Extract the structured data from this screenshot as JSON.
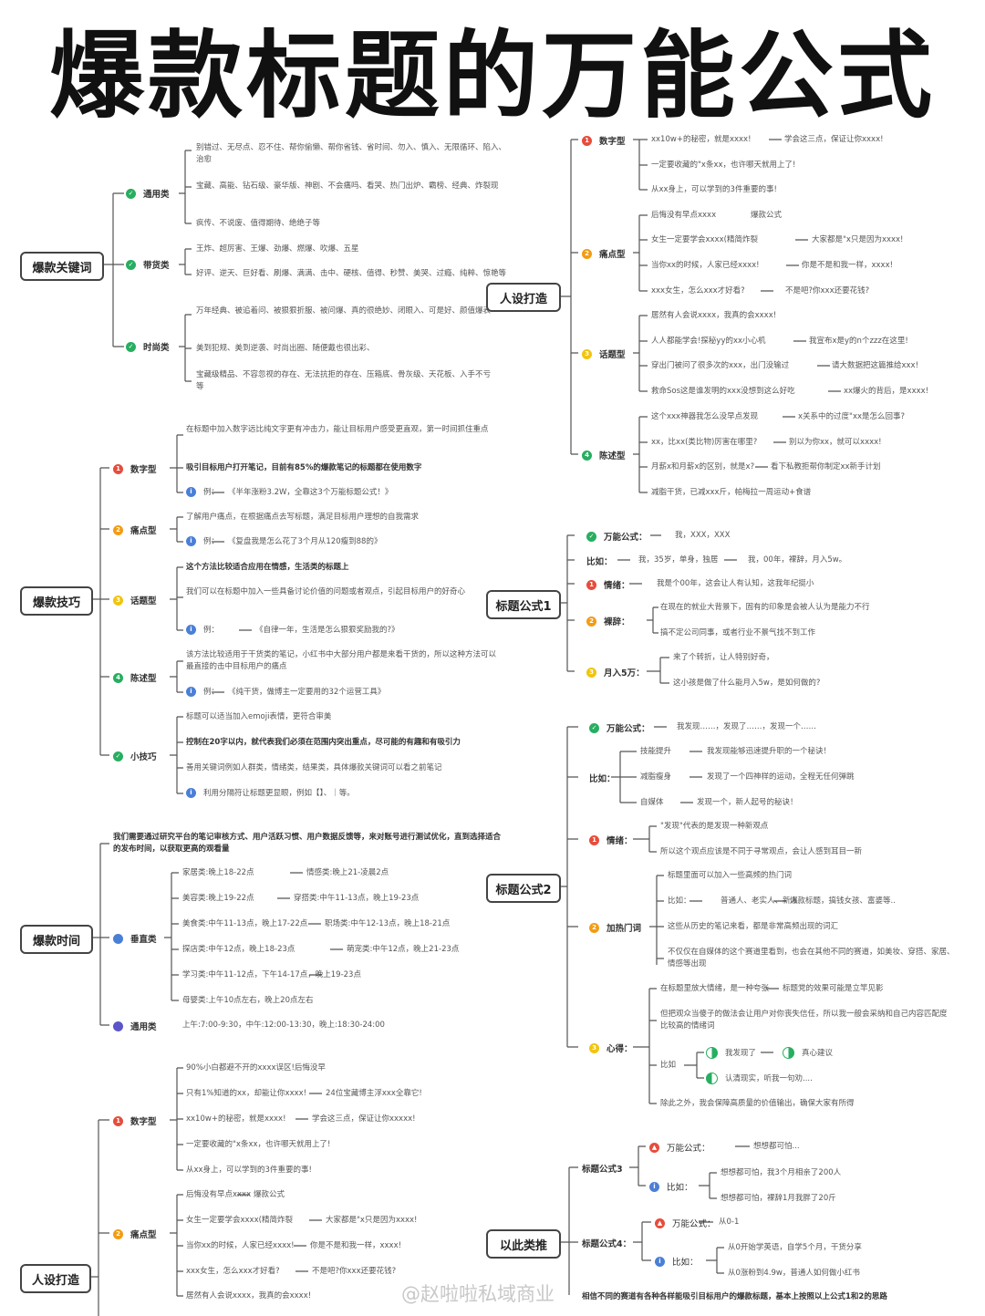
{
  "title": "爆款标题的万能公式",
  "watermark": "@赵啦啦私域商业",
  "colors": {
    "red": "#e74c3c",
    "orange": "#f39c12",
    "yellow": "#f1c40f",
    "green": "#27ae60",
    "blue": "#4a7fd6",
    "purple": "#5b55c9"
  },
  "keywords": {
    "root": "爆款关键词",
    "general": {
      "label": "通用类",
      "items": [
        "别错过、无尽点、忍不住、帮你偷懒、帮你省钱、省时间、勿入、慎入、无限循环、陷入、治愈",
        "宝藏、高能、钻石级、豪华版、神剧、不会痛吗、看哭、热门出炉、霸榜、经典、炸裂现",
        "疯传、不说废、值得期待、绝绝子等"
      ]
    },
    "goods": {
      "label": "带货类",
      "items": [
        "王炸、超厉害、王爆、劲爆、燃爆、吹爆、五星",
        "好评、逆天、巨好看、刷爆、满满、击中、硬核、值得、秒赞、美哭、过瘾、纯粹、惊艳等"
      ]
    },
    "fashion": {
      "label": "时尚类",
      "items": [
        "万年经典、被追着问、被狠狠折服、被问爆、真的很绝妙、闭眼入、可是好、颜值爆表",
        "美到犯规、美到逆袭、时尚出圈、随便戴也很出彩、",
        "宝藏级精品、不容忽视的存在、无法抗拒的存在、压箱底、骨灰级、天花板、入手不亏等"
      ]
    }
  },
  "persona": {
    "root": "人设打造",
    "number": {
      "label": "数字型",
      "items": [
        "xx10w+的秘密，就是xxxx!",
        "学会这三点，保证让你xxxx!",
        "一定要收藏的\"x条xx，也许哪天就用上了!",
        "从xx身上，可以学到的3件重要的事!"
      ]
    },
    "pain": {
      "label": "痛点型",
      "items": [
        "后悔没有早点xxxx",
        "爆款公式",
        "女生一定要学会xxxx(精简炸裂",
        "大家都是\"x只是因为xxxx!",
        "当你xx的时候，人家已经xxxx!",
        "你是不是和我一样，xxxx!",
        "xxx女生，怎么xxx才好看?",
        "不是吧?你xxx还要花钱?"
      ]
    },
    "topic": {
      "label": "话题型",
      "items": [
        "居然有人会说xxxx，我真的会xxxx!",
        "人人都能学会!探秘yy的xx小心机",
        "我宣布x是y的n个zzz在这里!",
        "穿出门被问了很多次的xxx，出门没输过",
        "请大数据把这篇推给xxx!",
        "救命Sos这是谁发明的xxx没想到这么好吃",
        "xx爆火的背后，是xxxx!"
      ]
    },
    "state": {
      "label": "陈述型",
      "items": [
        "这个xxx神器我怎么没早点发现",
        "x关系中的过度\"xx是怎么回事?",
        "xx，比xx(类比物)厉害在哪里?",
        "别以为你xx，就可以xxxx!",
        "月薪x和月薪x的区别，就是x?",
        "看下私教拒帮你制定xx新手计划",
        "减脂干货，已减xxx斤，帕梅拉一周运动+食谱"
      ]
    }
  },
  "skills": {
    "root": "爆款技巧",
    "number": {
      "label": "数字型",
      "items": [
        "在标题中加入数字远比纯文字更有冲击力，能让目标用户感受更直观，第一时间抓住重点",
        "吸引目标用户打开笔记，目前有85%的爆款笔记的标题都在使用数字",
        "例：",
        "《半年涨粉3.2W，全靠这3个万能标题公式！》"
      ]
    },
    "pain": {
      "label": "痛点型",
      "items": [
        "了解用户痛点，在根据痛点去写标题，满足目标用户理想的自我需求",
        "例：",
        "《复盘我是怎么花了3个月从120瘦到88的》"
      ]
    },
    "topic": {
      "label": "话题型",
      "items": [
        "这个方法比较适合应用在情感，生活类的标题上",
        "我们可以在标题中加入一些具备讨论价值的问题或者观点，引起目标用户的好奇心",
        "例：",
        "《自律一年，生活是怎么狠狠奖励我的?》"
      ]
    },
    "state": {
      "label": "陈述型",
      "items": [
        "该方法比较适用于干货类的笔记，小红书中大部分用户都是来看干货的，所以这种方法可以最直接的击中目标用户的痛点",
        "例：",
        "《纯干货，做博主一定要用的32个运营工具》"
      ]
    },
    "tips": {
      "label": "小技巧",
      "items": [
        "标题可以适当加入emoji表情，更符合审美",
        "控制在20字以内，就代表我们必须在范围内突出重点，尽可能的有趣和有吸引力",
        "善用关键词例如人群类，情绪类，结果类，具体爆款关键词可以看之前笔记",
        "利用分隔符让标题更显眼，例如【】、｜等。"
      ]
    }
  },
  "formula1": {
    "root": "标题公式1",
    "universal": {
      "label": "万能公式：",
      "items": [
        "我，XXX，XXX"
      ]
    },
    "example": {
      "label": "比如：",
      "items": [
        "我，35岁，单身，独居",
        "我，00年，裸辞，月入5w。"
      ]
    },
    "emotion": {
      "label": "情绪：",
      "items": [
        "我是个00年，这会让人有认知，这我年纪挺小"
      ]
    },
    "naked": {
      "label": "裸辞：",
      "items": [
        "在现在的就业大背景下，固有的印象是会被人认为是能力不行",
        "搞不定公司同事，或者行业不景气找不到工作"
      ]
    },
    "income": {
      "label": "月入5万：",
      "items": [
        "来了个转折，让人特别好奇，",
        "这小孩是做了什么能月入5w，是如何做的?"
      ]
    }
  },
  "formula2": {
    "root": "标题公式2",
    "universal": {
      "label": "万能公式：",
      "items": [
        "我发现……，发现了……，发现一个……"
      ]
    },
    "example": {
      "label": "比如：",
      "rows": [
        {
          "k": "技能提升",
          "v": "我发现能够迅速提升职的一个秘诀！"
        },
        {
          "k": "减脂瘦身",
          "v": "发现了一个四神样的运动，全程无任何弹跳"
        },
        {
          "k": "自媒体",
          "v": "发现一个，新人起号的秘诀！"
        }
      ]
    },
    "emotion": {
      "label": "情绪：",
      "items": [
        "\"发现\"代表的是发现一种新观点",
        "所以这个观点应该是不同于寻常观点，会让人感到耳目一新"
      ]
    },
    "hot": {
      "label": "加热门词",
      "items": [
        "标题里面可以加入一些高频的热门词",
        "比如：",
        "普通人、老实人、新人",
        "爆款标题，搞钱女孩、富婆等..",
        "这些从历史的笔记来看，都是非常高频出现的词汇",
        "不仅仅在自媒体的这个赛道里看到，也会在其他不同的赛道，如美妆、穿搭、家居、情感等出现"
      ]
    },
    "mind": {
      "label": "心得：",
      "items": [
        "在标题里放大情绪，是一种夸张",
        "标题党的效果可能是立竿见影",
        "但把观众当傻子的做法会让用户对你丧失信任，所以我一般会采纳和自己内容匹配度比较高的情绪词",
        "比如",
        "我发现了",
        "真心建议",
        "认清现实，听我一句劝....",
        "除此之外，我会保障高质量的价值输出，确保大家有所得"
      ]
    }
  },
  "analogy": {
    "root": "以此类推",
    "f3": {
      "label": "标题公式3",
      "universal": "万能公式：",
      "universal_v": "想想都可怕...",
      "example": "比如：",
      "items": [
        "想想都可怕，我3个月相亲了200人",
        "想想都可怕，裸辞1月我胖了20斤"
      ]
    },
    "f4": {
      "label": "标题公式4：",
      "universal": "万能公式：",
      "universal_v": "从0-1",
      "example": "比如：",
      "items": [
        "从0开始学英语，自学5个月，干货分享",
        "从0涨粉到4.9w，普通人如何做小红书"
      ]
    },
    "footer": "相信不同的赛道有各种各样能吸引目标用户的爆款标题，基本上按照以上公式1和2的思路"
  },
  "time": {
    "root": "爆款时间",
    "intro": "我们需要通过研究平台的笔记审核方式、用户活跃习惯、用户数据反馈等，来对账号进行测试优化，直到选择适合的发布时间，以获取更高的观看量",
    "vertical": {
      "label": "垂直类",
      "items": [
        "家居类:晚上18-22点",
        "情感类:晚上21-凌晨2点",
        "美容类:晚上19-22点",
        "穿搭类:中午11-13点，晚上19-23点",
        "美食类:中午11-13点，晚上17-22点",
        "职场类:中午12-13点，晚上18-21点",
        "探店类:中午12点，晚上18-23点",
        "萌宠类:中午12点，晚上21-23点",
        "学习类:中午11-12点，下午14-17点，晚上19-23点",
        "母婴类:上午10点左右，晚上20点左右"
      ]
    },
    "general": {
      "label": "通用类",
      "items": [
        "上午:7:00-9:30，中午:12:00-13:30，晚上:18:30-24:00"
      ]
    }
  },
  "persona2": {
    "root": "人设打造",
    "number": {
      "label": "数字型",
      "items": [
        "90%小白都避不开的xxxx误区!后悔没早",
        "只有1%知道的xx，却能让你xxxx!",
        "24位宝藏博主浮xxx全靠它!",
        "xx10w+的秘密，就是xxxx!",
        "学会这三点，保证让你xxxxx!",
        "一定要收藏的\"x条xx，也许哪天就用上了!",
        "从xx身上，可以学到的3件重要的事!"
      ]
    },
    "pain": {
      "label": "痛点型",
      "items": [
        "后悔没有早点xxxx",
        "爆款公式",
        "女生一定要学会xxxx(精简炸裂",
        "大家都是\"x只是因为xxxx!",
        "当你xx的时候，人家已经xxxx!",
        "你是不是和我一样，xxxx!",
        "xxx女生，怎么xxx才好看?",
        "不是吧?你xxx还要花钱?"
      ]
    },
    "topic": {
      "label": "",
      "items": [
        "居然有人会说xxxx，我真的会xxxx!"
      ]
    }
  }
}
